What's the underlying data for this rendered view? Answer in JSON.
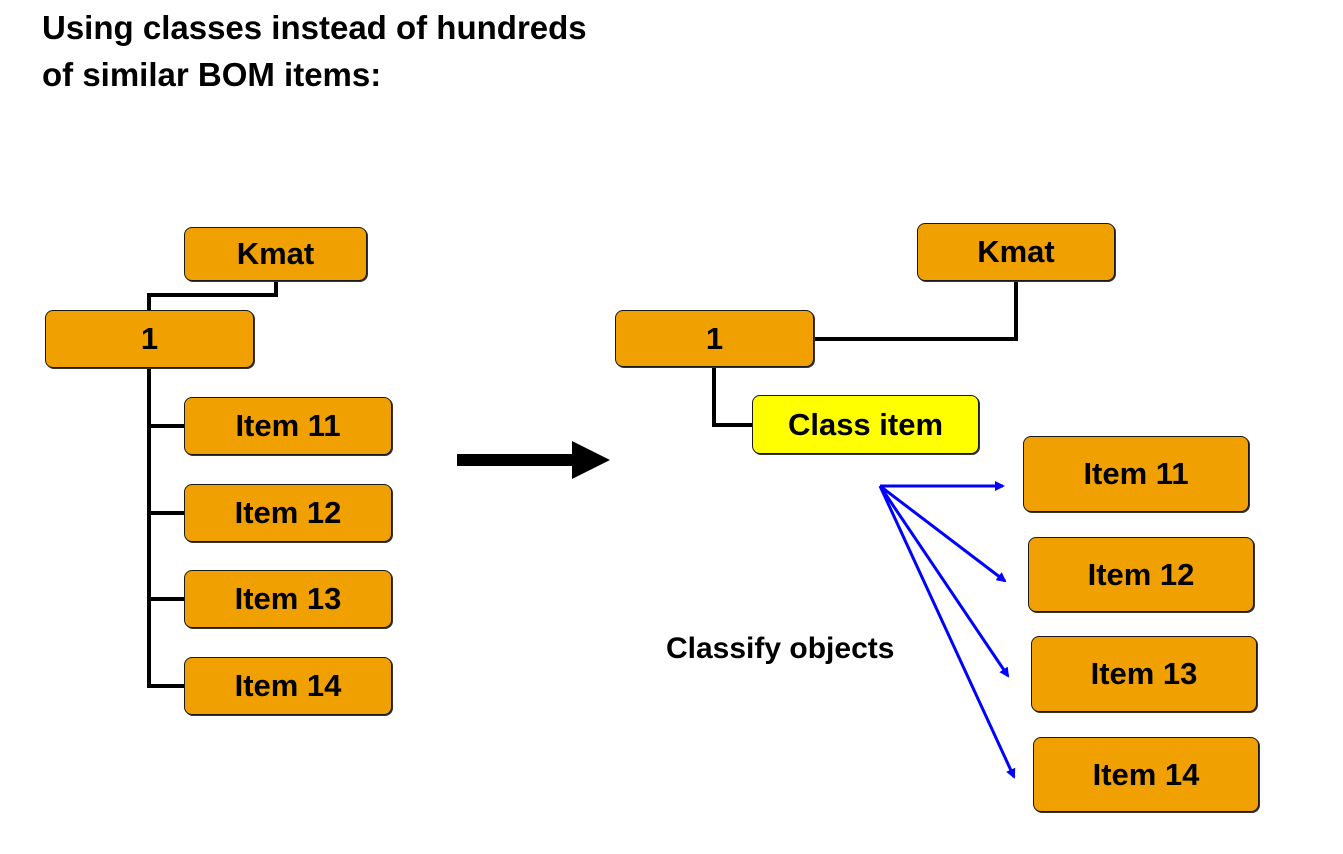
{
  "title": {
    "line1": "Using classes instead of hundreds",
    "line2": "of similar BOM items:"
  },
  "left": {
    "root": "Kmat",
    "node": "1",
    "items": [
      "Item 11",
      "Item 12",
      "Item 13",
      "Item 14"
    ]
  },
  "right": {
    "root": "Kmat",
    "node": "1",
    "class_item": "Class item",
    "classify_label": "Classify objects",
    "items": [
      "Item 11",
      "Item 12",
      "Item 13",
      "Item 14"
    ]
  },
  "colors": {
    "box_fill": "#f0a000",
    "class_fill": "#ffff00",
    "arrow_blue": "#0000ff"
  }
}
